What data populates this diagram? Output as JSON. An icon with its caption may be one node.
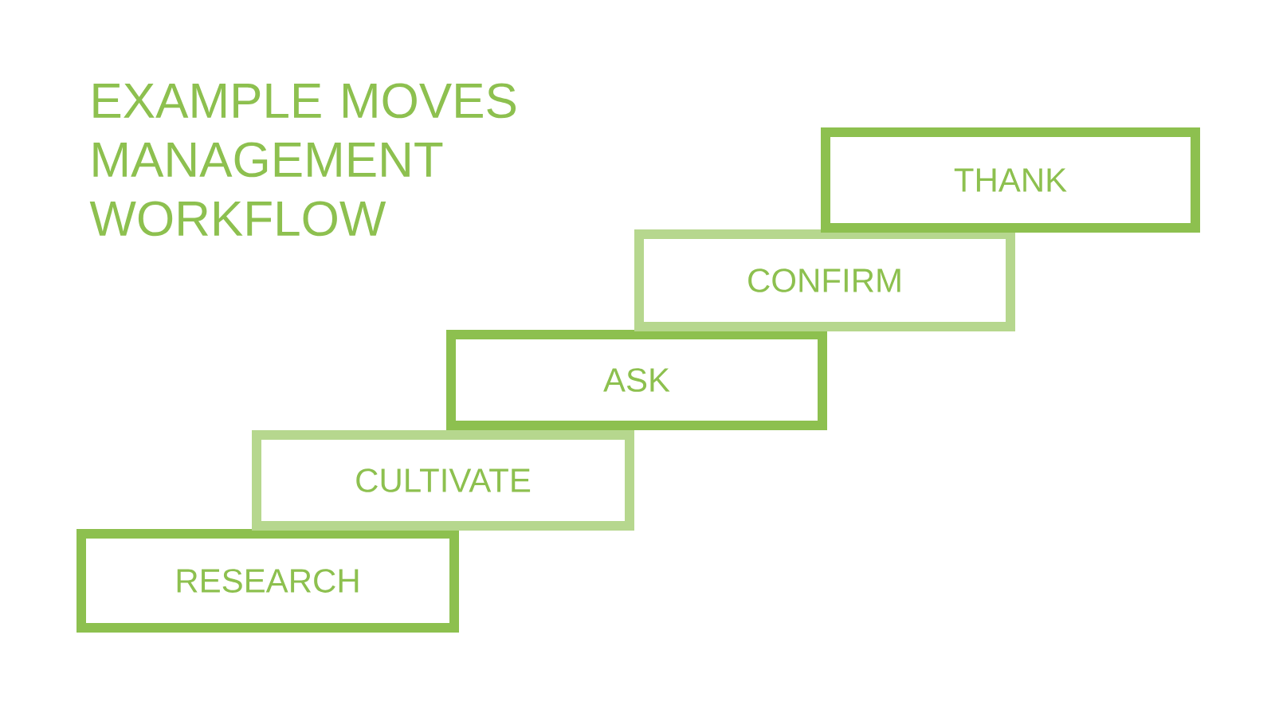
{
  "diagram": {
    "title": "EXAMPLE MOVES MANAGEMENT WORKFLOW",
    "nodes": [
      {
        "text": [
          "RESEARCH"
        ]
      },
      {
        "text": [
          "CULTIVATE"
        ]
      },
      {
        "text": [
          "ASK"
        ]
      },
      {
        "text": [
          "CONFIRM"
        ]
      },
      {
        "text": [
          "THANK"
        ]
      }
    ]
  }
}
